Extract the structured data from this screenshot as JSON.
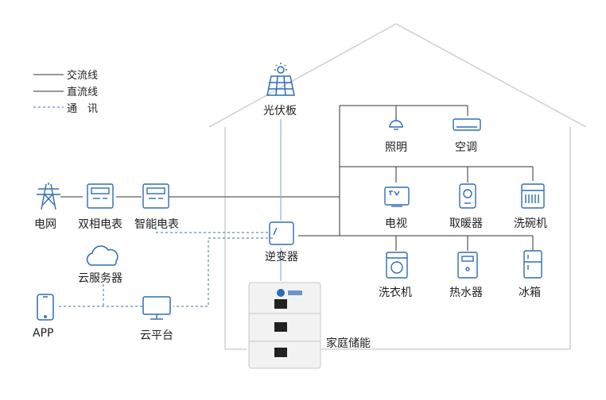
{
  "legend": {
    "ac_line": "交流线",
    "dc_line": "直流线",
    "comm": "通　讯"
  },
  "nodes": {
    "solar_panel": "光伏板",
    "grid": "电网",
    "bidirectional_meter": "双相电表",
    "smart_meter": "智能电表",
    "inverter": "逆变器",
    "cloud_server": "云服务器",
    "app": "APP",
    "cloud_platform": "云平台",
    "home_storage": "家庭储能"
  },
  "appliances": {
    "lighting": "照明",
    "air_conditioner": "空调",
    "tv": "电视",
    "heater": "取暖器",
    "dishwasher": "洗碗机",
    "washing_machine": "洗衣机",
    "water_heater": "热水器",
    "fridge": "冰箱"
  },
  "colors": {
    "ac_line": "#333333",
    "solar_line": "#8fb8e6",
    "comm_line": "#3a6ea5",
    "house": "#cfd3d8",
    "icon_blue": "#2e6db4"
  }
}
